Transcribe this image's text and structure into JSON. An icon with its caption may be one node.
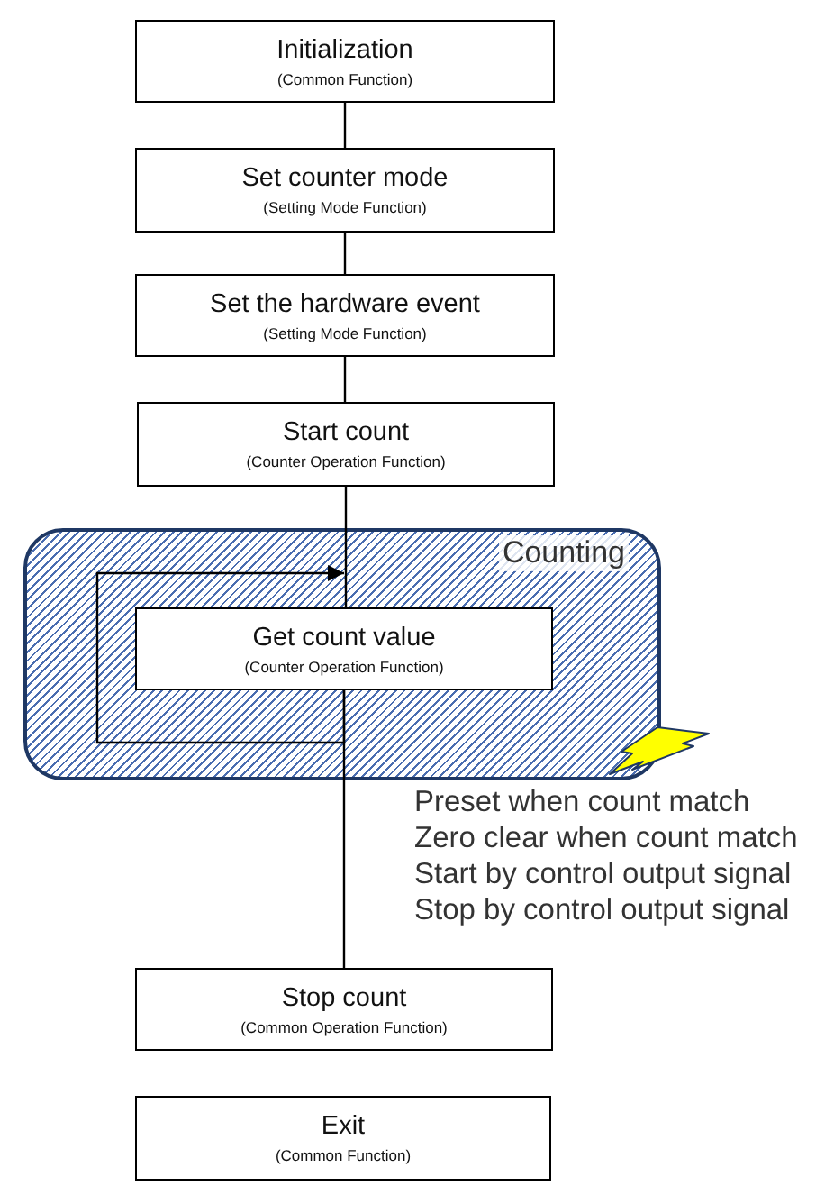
{
  "diagram": {
    "nodes": [
      {
        "text": [
          "Initialization",
          "(Common Function)"
        ]
      },
      {
        "text": [
          "Set counter mode",
          "(Setting Mode Function)"
        ]
      },
      {
        "text": [
          "Set the hardware event",
          "(Setting Mode Function)"
        ]
      },
      {
        "text": [
          "Start count",
          "(Counter Operation Function)"
        ]
      },
      {
        "text": [
          "Counting"
        ]
      },
      {
        "text": [
          "Get count value",
          "(Counter Operation Function)"
        ],
        "in": 4
      },
      {
        "text": [
          "Stop count",
          "(Common Operation Function)"
        ]
      },
      {
        "text": [
          "Exit",
          "(Common Function)"
        ]
      }
    ],
    "edges": [
      {
        "from": 0,
        "to": 1,
        "arrow": "none"
      },
      {
        "from": 1,
        "to": 2,
        "arrow": "none"
      },
      {
        "from": 2,
        "to": 3,
        "arrow": "none"
      },
      {
        "from": 3,
        "to": 5,
        "arrow": "none"
      },
      {
        "from": 5,
        "to": 6,
        "arrow": "none"
      },
      {
        "from": 5,
        "to": 5,
        "arrow": "to"
      }
    ],
    "labels": [
      "Preset when count match",
      "Zero clear when count match",
      "Start by control output signal",
      "Stop by control output signal"
    ]
  }
}
